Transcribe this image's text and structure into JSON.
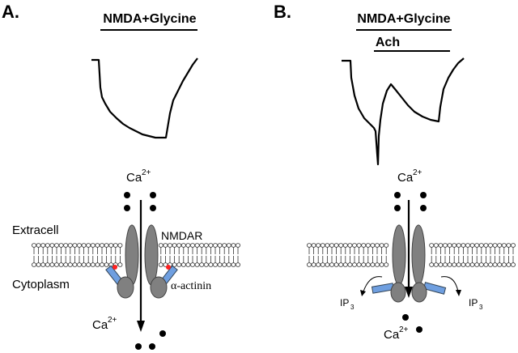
{
  "panel_a": {
    "label": "A.",
    "stim_label": "NMDA+Glycine",
    "ca_top": "Ca",
    "ca_top_sup": "2+",
    "ca_bottom": "Ca",
    "ca_bottom_sup": "2+",
    "extracell_label": "Extracell",
    "cytoplasm_label": "Cytoplasm",
    "receptor_label": "NMDAR",
    "actinin_label": "α-actinin"
  },
  "panel_b": {
    "label": "B.",
    "stim_label": "NMDA+Glycine",
    "ach_label": "Ach",
    "ca_top": "Ca",
    "ca_top_sup": "2+",
    "ca_bottom": "Ca",
    "ca_bottom_sup": "2+",
    "ip3_left": "IP",
    "ip3_left_sub": "3",
    "ip3_right": "IP",
    "ip3_right_sub": "3"
  },
  "colors": {
    "trace": "#000000",
    "receptor": "#808080",
    "actinin": "#6f9fe0",
    "anchor": "#ff2020",
    "membrane": "#333333"
  }
}
